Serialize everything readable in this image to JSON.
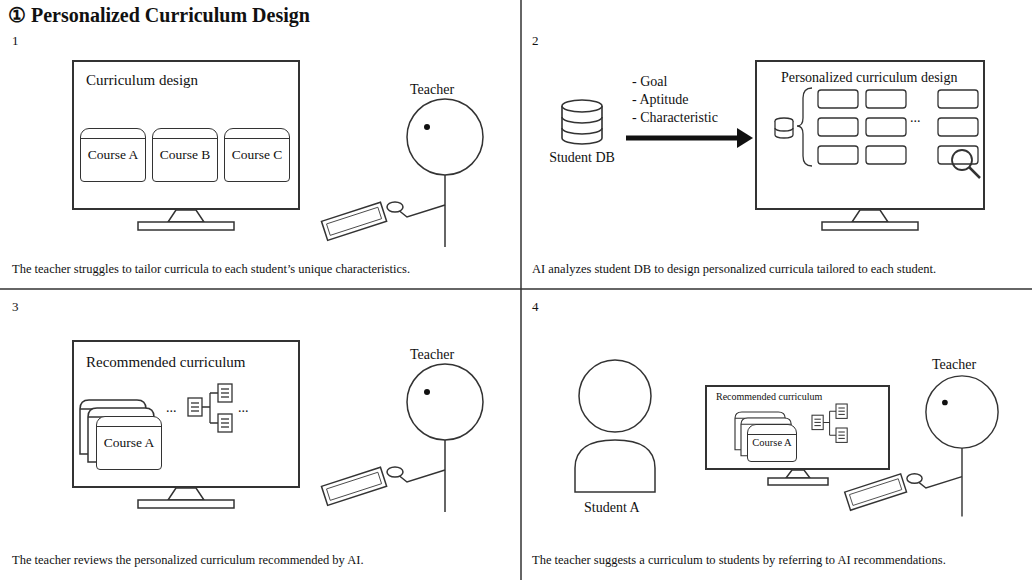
{
  "diagram": {
    "title": "① Personalized Curriculum Design",
    "nodes": [
      {
        "text": [
          "Curriculum design"
        ]
      },
      {
        "text": [
          "Course A"
        ],
        "in": 0
      },
      {
        "text": [
          "Course B"
        ],
        "in": 0
      },
      {
        "text": [
          "Course C"
        ],
        "in": 0
      },
      {
        "text": [
          "Student DB"
        ]
      },
      {
        "text": [
          "Personalized curriculum design"
        ]
      },
      {
        "text": [
          "Recommended curriculum"
        ]
      },
      {
        "text": [
          "Course A"
        ],
        "in": 6
      },
      {
        "text": [
          "Recommended curriculum"
        ]
      },
      {
        "text": [
          "Course A"
        ],
        "in": 8
      }
    ],
    "edges": [
      {
        "from": 4,
        "to": 5,
        "arrow": "to"
      }
    ],
    "labels": [
      "1",
      "Teacher",
      "The teacher struggles to tailor curricula to each student’s unique characteristics.",
      "2",
      "- Goal",
      "- Aptitude",
      "- Characteristic",
      "...",
      "AI analyzes student DB to design personalized curricula tailored to each student.",
      "3",
      "Teacher",
      "...",
      "...",
      "The teacher reviews the personalized curriculum recommended by AI.",
      "4",
      "Student A",
      "Teacher",
      "The teacher suggests a curriculum to students by referring to AI recommendations."
    ]
  }
}
